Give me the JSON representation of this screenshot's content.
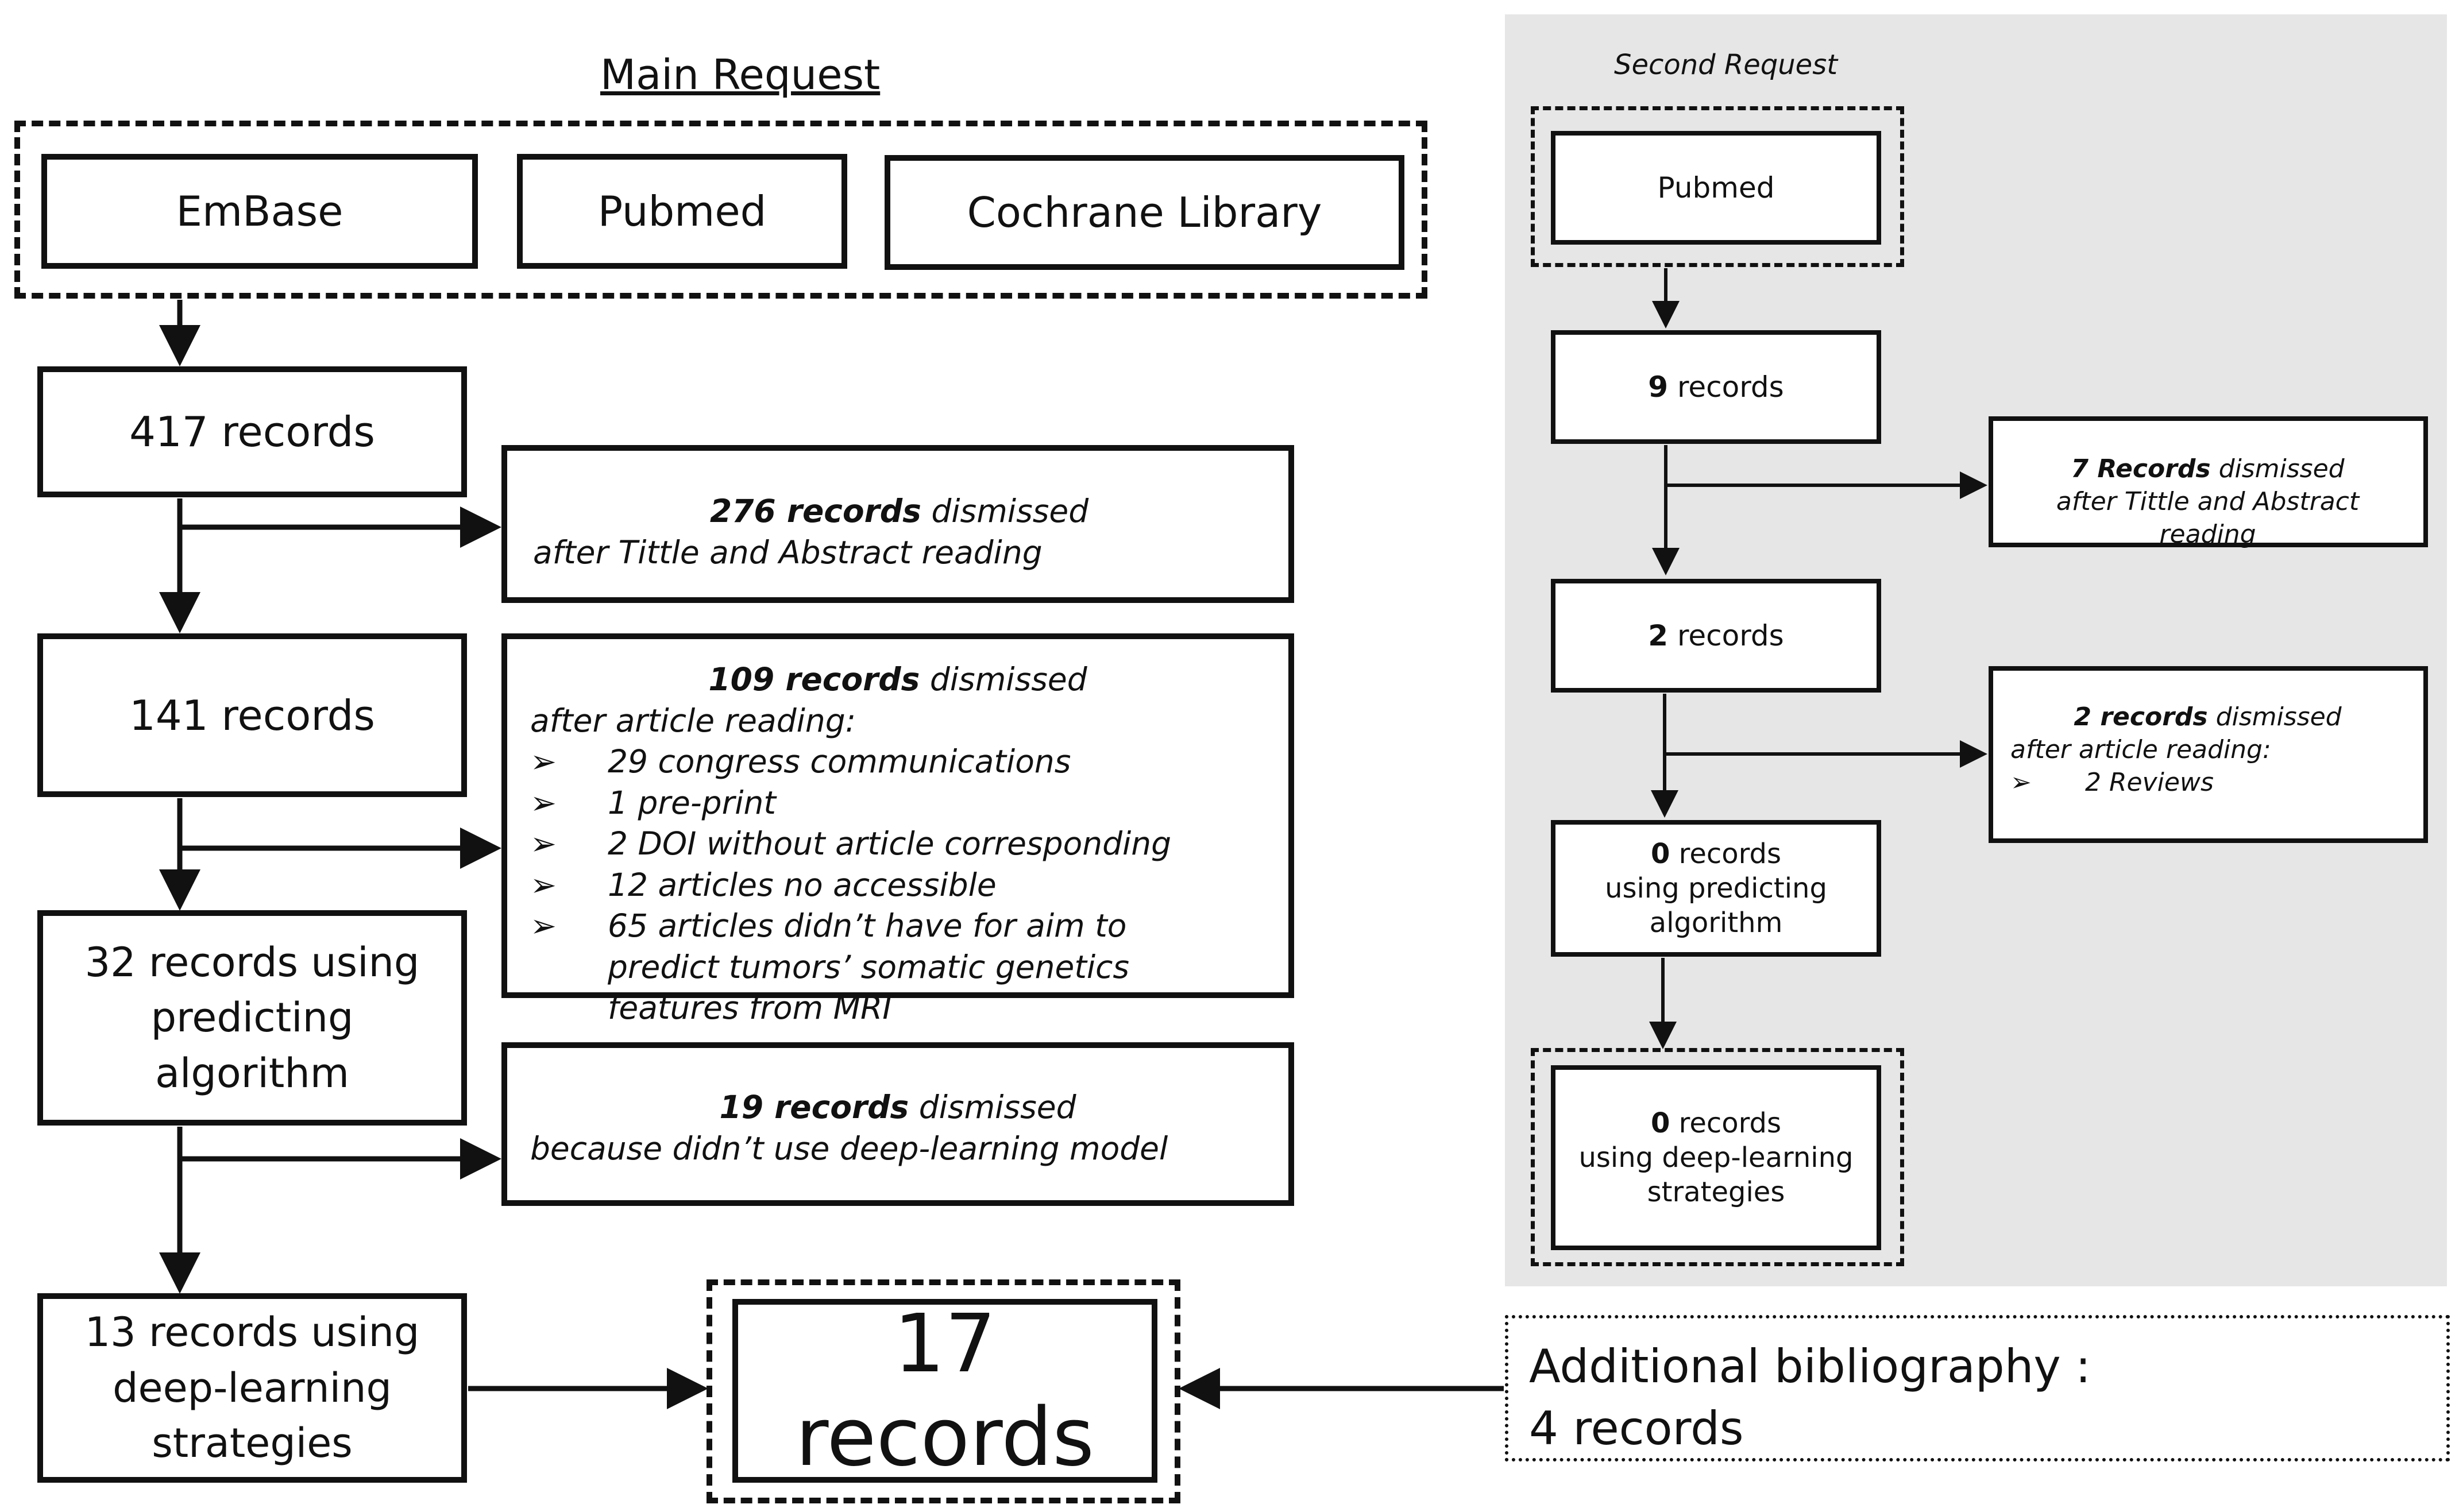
{
  "main_request": {
    "heading": "Main Request",
    "sources": [
      "EmBase",
      "Pubmed",
      "Cochrane Library"
    ],
    "step1": "417 records",
    "step2": "141 records",
    "step3": "32 records using predicting algorithm",
    "step4": "13 records using deep-learning strategies",
    "excl1": {
      "count": "276 records",
      "word": " dismissed",
      "reason": "after Tittle and Abstract reading"
    },
    "excl2": {
      "count": "109 records",
      "word": " dismissed",
      "reason": "after article reading:",
      "items": [
        "29 congress communications",
        "1 pre-print",
        "2 DOI without article corresponding",
        "12 articles no accessible",
        "65 articles didn’t have for aim to  predict tumors’ somatic genetics features from MRI"
      ]
    },
    "excl3": {
      "count": "19 records",
      "word": " dismissed",
      "reason": "because didn’t use deep-learning model"
    }
  },
  "second_request": {
    "heading": "Second Request",
    "source": "Pubmed",
    "step1": {
      "count": "9",
      "rest": " records"
    },
    "step2": {
      "count": "2",
      "rest": " records"
    },
    "step3": {
      "count": "0",
      "rest": " records",
      "line2": "using predicting",
      "line3": "algorithm"
    },
    "step4": {
      "count": "0",
      "rest": " records",
      "line2": "using deep-learning",
      "line3": "strategies"
    },
    "excl1": {
      "count": "7 Records",
      "word": " dismissed",
      "reason": "after Tittle and Abstract reading"
    },
    "excl2": {
      "count": "2 records",
      "word": " dismissed",
      "reason": "after article reading:",
      "items": [
        "2 Reviews"
      ]
    }
  },
  "result": "17 records",
  "additional": {
    "line1": "Additional bibliography :",
    "line2": "4 records"
  },
  "bullet_glyph": "➢"
}
